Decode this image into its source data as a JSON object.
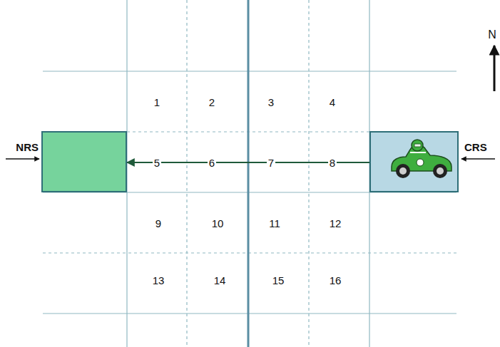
{
  "diagram": {
    "nodes": [
      {
        "text": [
          "NRS"
        ]
      },
      {
        "text": [
          "CRS"
        ]
      }
    ],
    "edges": [
      {
        "from": 1,
        "to": 0,
        "arrow": "to"
      }
    ],
    "labels": [
      "1",
      "2",
      "3",
      "4",
      "5",
      "6",
      "7",
      "8",
      "9",
      "10",
      "11",
      "12",
      "13",
      "14",
      "15",
      "16",
      "N"
    ]
  }
}
